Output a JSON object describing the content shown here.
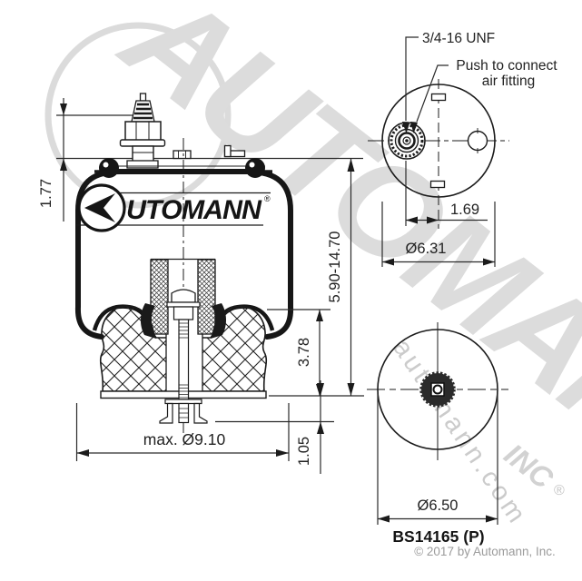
{
  "views": {
    "front": {
      "logo": {
        "brand_text": "UTOMANN",
        "registered": "®"
      },
      "dims": {
        "stud_height": "1.77",
        "height_range": "5.90-14.70",
        "piston_height": "3.78",
        "lower_stud": "1.05",
        "max_diameter": "max. Ø9.10"
      }
    },
    "top": {
      "labels": {
        "thread": "3/4-16 UNF",
        "fitting_line1": "Push to connect",
        "fitting_line2": "air fitting"
      },
      "dims": {
        "port_offset": "1.69",
        "plate_diameter": "Ø6.31"
      }
    },
    "bottom": {
      "dims": {
        "piston_diameter": "Ø6.50"
      },
      "part_number": "BS14165 (P)",
      "copyright": "© 2017 by Automann, Inc."
    }
  },
  "watermark": {
    "brand": "AUTOMANN",
    "domain": "automann.com",
    "suffix": "INC",
    "registered": "®"
  },
  "colors": {
    "line": "#1b1b1b",
    "dim_text": "#222222",
    "watermark_light": "#dcdcdc",
    "watermark_mid": "#cbcbcb",
    "copyright_gray": "#9b9b9b",
    "background": "#ffffff"
  }
}
